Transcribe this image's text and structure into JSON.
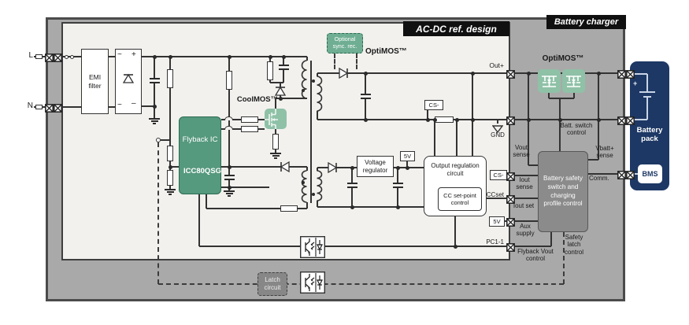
{
  "colors": {
    "teal": "#55997e",
    "tealb": "#2c6b52",
    "teall": "#8fc1a7",
    "navy": "#1d3864",
    "outer": "#a9a9a9",
    "block": "#8b8b8b",
    "inner": "#f2f1ee",
    "wire": "#333333",
    "banner": "#101010"
  },
  "banners": {
    "acdc_design": "AC-DC ref. design",
    "battery_charger": "Battery charger"
  },
  "io": {
    "line": "L",
    "neutral": "N"
  },
  "bridge": {
    "ac_top": "~",
    "plus": "+",
    "ac_bottom": "~",
    "minus": "–"
  },
  "blocks": {
    "emi_filter": "EMI filter",
    "flyback_name": "Flyback IC",
    "flyback_part": "ICC80QSG",
    "optional_sync": "Optional sync. rec.",
    "voltage_regulator": "Voltage regulator",
    "output_regulation": "Output regulation circuit",
    "cc_setpoint": "CC set-point control",
    "battery_safety": "Battery safety switch and charging profile control",
    "latch_circuit": "Latch circuit",
    "battery_pack": "Battery pack",
    "bms": "BMS",
    "battery_plus": "+"
  },
  "labels": {
    "coolmos": "CoolMOS™",
    "optimos_left": "OptiMOS™",
    "optimos_right": "OptiMOS™",
    "out_plus": "Out+",
    "gnd": "GND",
    "cs_top": "CS-",
    "cs_right": "CS-",
    "v5_left": "5V",
    "v5_right": "5V",
    "ccset": "CCset",
    "pc1_1": "PC1-1",
    "vout_sense": "Vout sense",
    "iout_sense": "Iout sense",
    "iout_set": "Iout set",
    "aux_supply": "Aux supply",
    "flyback_vout_control": "Flyback Vout control",
    "safety_latch_control": "Safety latch control",
    "batt_switch_control": "Batt. switch control",
    "vbatt_sense": "Vbatt+ sense",
    "comm": "Comm."
  }
}
